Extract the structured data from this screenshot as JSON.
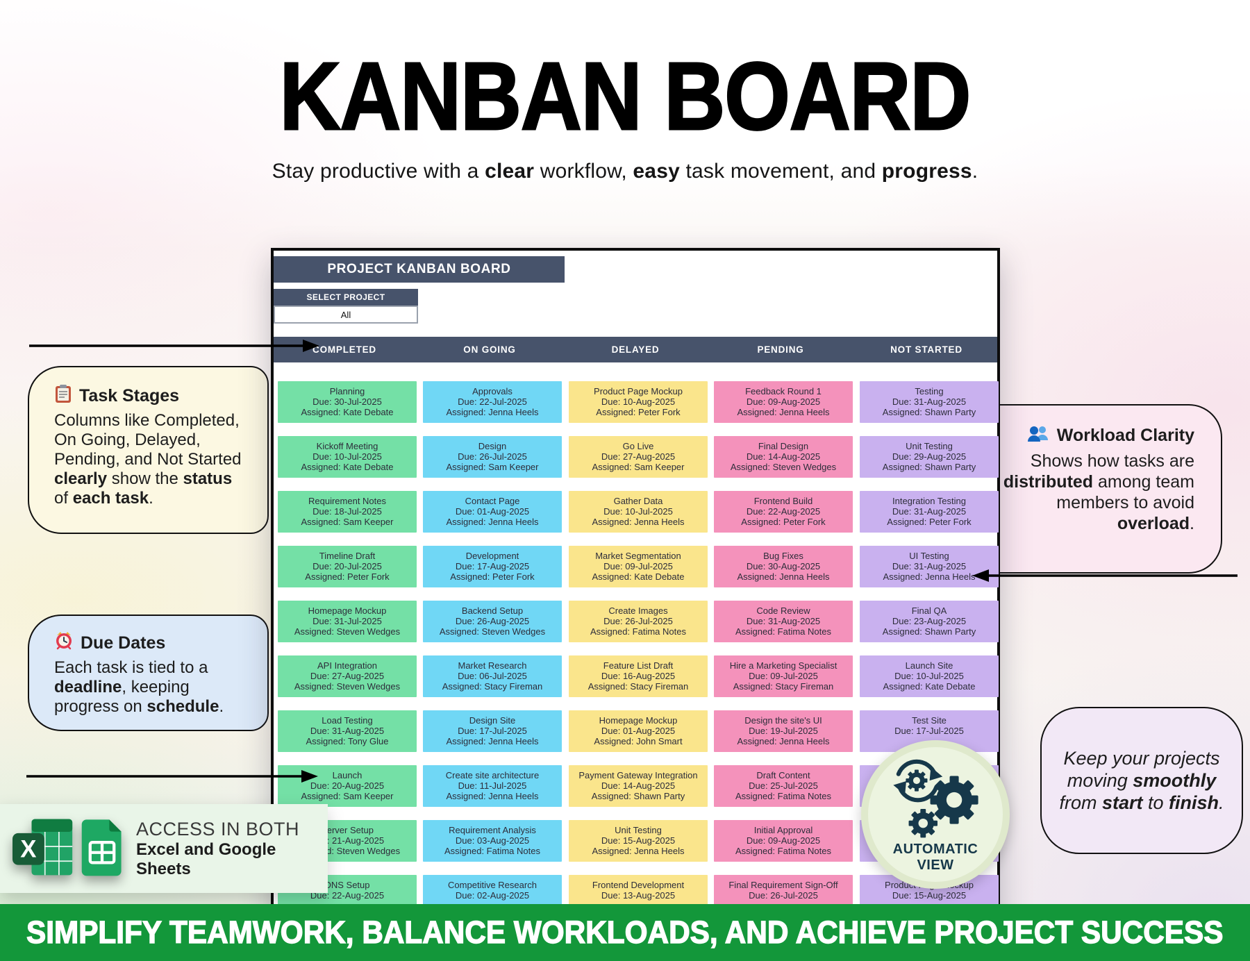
{
  "header": {
    "title": "KANBAN BOARD",
    "subtitle_segments": [
      {
        "t": "Stay productive with a ",
        "c": "sg"
      },
      {
        "t": "clear",
        "c": "sg b"
      },
      {
        "t": " workflow, ",
        "c": "sg"
      },
      {
        "t": "easy",
        "c": "sg b"
      },
      {
        "t": " task movement, and ",
        "c": "sg"
      },
      {
        "t": "progress",
        "c": "sg b"
      },
      {
        "t": ".",
        "c": "sg"
      }
    ]
  },
  "board": {
    "title": "PROJECT KANBAN BOARD",
    "select_label": "SELECT PROJECT",
    "select_value": "All",
    "colors": {
      "header_bar": "#47536b",
      "completed": "#74e0a6",
      "on_going": "#70d7f5",
      "delayed": "#fae58c",
      "pending": "#f492bb",
      "not_started": "#c9b1ef"
    },
    "columns": [
      {
        "label": "COMPLETED",
        "cards": [
          {
            "t": "Planning",
            "d": "Due: 30-Jul-2025",
            "a": "Assigned: Kate Debate"
          },
          {
            "t": "Kickoff Meeting",
            "d": "Due: 10-Jul-2025",
            "a": "Assigned: Kate Debate"
          },
          {
            "t": "Requirement Notes",
            "d": "Due: 18-Jul-2025",
            "a": "Assigned: Sam Keeper"
          },
          {
            "t": "Timeline Draft",
            "d": "Due: 20-Jul-2025",
            "a": "Assigned: Peter Fork"
          },
          {
            "t": "Homepage Mockup",
            "d": "Due: 31-Jul-2025",
            "a": "Assigned: Steven Wedges"
          },
          {
            "t": "API Integration",
            "d": "Due: 27-Aug-2025",
            "a": "Assigned: Steven Wedges"
          },
          {
            "t": "Load Testing",
            "d": "Due: 31-Aug-2025",
            "a": "Assigned: Tony Glue"
          },
          {
            "t": "Launch",
            "d": "Due: 20-Aug-2025",
            "a": "Assigned: Sam Keeper"
          },
          {
            "t": "Server Setup",
            "d": "Due: 21-Aug-2025",
            "a": "Assigned: Steven Wedges"
          },
          {
            "t": "DNS Setup",
            "d": "Due: 22-Aug-2025",
            "a": ""
          }
        ]
      },
      {
        "label": "ON GOING",
        "cards": [
          {
            "t": "Approvals",
            "d": "Due: 22-Jul-2025",
            "a": "Assigned: Jenna Heels"
          },
          {
            "t": "Design",
            "d": "Due: 26-Jul-2025",
            "a": "Assigned: Sam Keeper"
          },
          {
            "t": "Contact Page",
            "d": "Due: 01-Aug-2025",
            "a": "Assigned: Jenna Heels"
          },
          {
            "t": "Development",
            "d": "Due: 17-Aug-2025",
            "a": "Assigned: Peter Fork"
          },
          {
            "t": "Backend Setup",
            "d": "Due: 26-Aug-2025",
            "a": "Assigned: Steven Wedges"
          },
          {
            "t": "Market Research",
            "d": "Due: 06-Jul-2025",
            "a": "Assigned: Stacy Fireman"
          },
          {
            "t": "Design Site",
            "d": "Due: 17-Jul-2025",
            "a": "Assigned: Jenna Heels"
          },
          {
            "t": "Create site architecture",
            "d": "Due: 11-Jul-2025",
            "a": "Assigned: Jenna Heels"
          },
          {
            "t": "Requirement Analysis",
            "d": "Due: 03-Aug-2025",
            "a": "Assigned: Fatima Notes"
          },
          {
            "t": "Competitive Research",
            "d": "Due: 02-Aug-2025",
            "a": ""
          }
        ]
      },
      {
        "label": "DELAYED",
        "cards": [
          {
            "t": "Product Page Mockup",
            "d": "Due: 10-Aug-2025",
            "a": "Assigned: Peter Fork"
          },
          {
            "t": "Go Live",
            "d": "Due: 27-Aug-2025",
            "a": "Assigned: Sam Keeper"
          },
          {
            "t": "Gather Data",
            "d": "Due: 10-Jul-2025",
            "a": "Assigned: Jenna Heels"
          },
          {
            "t": "Market Segmentation",
            "d": "Due: 09-Jul-2025",
            "a": "Assigned: Kate Debate"
          },
          {
            "t": "Create Images",
            "d": "Due: 26-Jul-2025",
            "a": "Assigned: Fatima Notes"
          },
          {
            "t": "Feature List Draft",
            "d": "Due: 16-Aug-2025",
            "a": "Assigned: Stacy Fireman"
          },
          {
            "t": "Homepage Mockup",
            "d": "Due: 01-Aug-2025",
            "a": "Assigned: John Smart"
          },
          {
            "t": "Payment Gateway Integration",
            "d": "Due: 14-Aug-2025",
            "a": "Assigned: Shawn Party"
          },
          {
            "t": "Unit Testing",
            "d": "Due: 15-Aug-2025",
            "a": "Assigned: Jenna Heels"
          },
          {
            "t": "Frontend Development",
            "d": "Due: 13-Aug-2025",
            "a": ""
          }
        ]
      },
      {
        "label": "PENDING",
        "cards": [
          {
            "t": "Feedback Round 1",
            "d": "Due: 09-Aug-2025",
            "a": "Assigned: Jenna Heels"
          },
          {
            "t": "Final Design",
            "d": "Due: 14-Aug-2025",
            "a": "Assigned: Steven Wedges"
          },
          {
            "t": "Frontend Build",
            "d": "Due: 22-Aug-2025",
            "a": "Assigned: Peter Fork"
          },
          {
            "t": "Bug Fixes",
            "d": "Due: 30-Aug-2025",
            "a": "Assigned: Jenna Heels"
          },
          {
            "t": "Code Review",
            "d": "Due: 31-Aug-2025",
            "a": "Assigned: Fatima Notes"
          },
          {
            "t": "Hire a Marketing Specialist",
            "d": "Due: 09-Jul-2025",
            "a": "Assigned: Stacy Fireman"
          },
          {
            "t": "Design the site's UI",
            "d": "Due: 19-Jul-2025",
            "a": "Assigned: Jenna Heels"
          },
          {
            "t": "Draft Content",
            "d": "Due: 25-Jul-2025",
            "a": "Assigned: Fatima Notes"
          },
          {
            "t": "Initial Approval",
            "d": "Due: 09-Aug-2025",
            "a": "Assigned: Fatima Notes"
          },
          {
            "t": "Final Requirement Sign-Off",
            "d": "Due: 26-Jul-2025",
            "a": ""
          }
        ]
      },
      {
        "label": "NOT STARTED",
        "cards": [
          {
            "t": "Testing",
            "d": "Due: 31-Aug-2025",
            "a": "Assigned: Shawn Party"
          },
          {
            "t": "Unit Testing",
            "d": "Due: 29-Aug-2025",
            "a": "Assigned: Shawn Party"
          },
          {
            "t": "Integration Testing",
            "d": "Due: 31-Aug-2025",
            "a": "Assigned: Peter Fork"
          },
          {
            "t": "UI Testing",
            "d": "Due: 31-Aug-2025",
            "a": "Assigned: Jenna Heels"
          },
          {
            "t": "Final QA",
            "d": "Due: 23-Aug-2025",
            "a": "Assigned: Shawn Party"
          },
          {
            "t": "Launch Site",
            "d": "Due: 10-Jul-2025",
            "a": "Assigned: Kate Debate"
          },
          {
            "t": "Test Site",
            "d": "Due: 17-Jul-2025",
            "a": ""
          },
          {
            "t": "",
            "d": "",
            "a": ""
          },
          {
            "t": "",
            "d": "",
            "a": ""
          },
          {
            "t": "Product Page Mockup",
            "d": "Due: 15-Aug-2025",
            "a": ""
          }
        ]
      }
    ]
  },
  "callouts": {
    "task_stages": {
      "icon": "clipboard-icon",
      "title": "Task Stages",
      "segments": [
        {
          "t": "Columns like Completed, On Going, Delayed, Pending, and Not Started ",
          "c": "sg"
        },
        {
          "t": "clearly",
          "c": "sg b"
        },
        {
          "t": " show the ",
          "c": "sg"
        },
        {
          "t": "status",
          "c": "sg b"
        },
        {
          "t": " of ",
          "c": "sg"
        },
        {
          "t": "each task",
          "c": "sg b"
        },
        {
          "t": ".",
          "c": "sg"
        }
      ]
    },
    "due_dates": {
      "icon": "alarm-clock-icon",
      "title": "Due Dates",
      "segments": [
        {
          "t": "Each task is tied to a ",
          "c": "sg"
        },
        {
          "t": "deadline",
          "c": "sg b"
        },
        {
          "t": ", keeping progress on ",
          "c": "sg"
        },
        {
          "t": "schedule",
          "c": "sg b"
        },
        {
          "t": ".",
          "c": "sg"
        }
      ]
    },
    "workload_clarity": {
      "icon": "people-icon",
      "title": "Workload Clarity",
      "segments": [
        {
          "t": "Shows how tasks are ",
          "c": "sg"
        },
        {
          "t": "distributed",
          "c": "sg b"
        },
        {
          "t": " among team members to avoid ",
          "c": "sg"
        },
        {
          "t": "overload",
          "c": "sg b"
        },
        {
          "t": ".",
          "c": "sg"
        }
      ]
    },
    "keep_moving": {
      "segments": [
        {
          "t": "Keep your projects moving ",
          "c": "sg"
        },
        {
          "t": "smoothly",
          "c": "sg b"
        },
        {
          "t": " from ",
          "c": "sg"
        },
        {
          "t": "start",
          "c": "sg b"
        },
        {
          "t": " to ",
          "c": "sg"
        },
        {
          "t": "finish",
          "c": "sg b"
        },
        {
          "t": ".",
          "c": "sg"
        }
      ]
    }
  },
  "access": {
    "line1": "ACCESS IN BOTH",
    "line2": "Excel and Google Sheets",
    "icons": [
      "excel-icon",
      "google-sheets-icon"
    ]
  },
  "badge": {
    "icon": "gears-sync-icon",
    "line1": "AUTOMATIC",
    "line2": "VIEW",
    "bg_color": "#ecf4e0",
    "ring_color": "#dfe9cc",
    "gear_color": "#16384a"
  },
  "footer": {
    "text": "SIMPLIFY TEAMWORK, BALANCE WORKLOADS, AND ACHIEVE PROJECT SUCCESS",
    "bg_color": "#13973a"
  }
}
